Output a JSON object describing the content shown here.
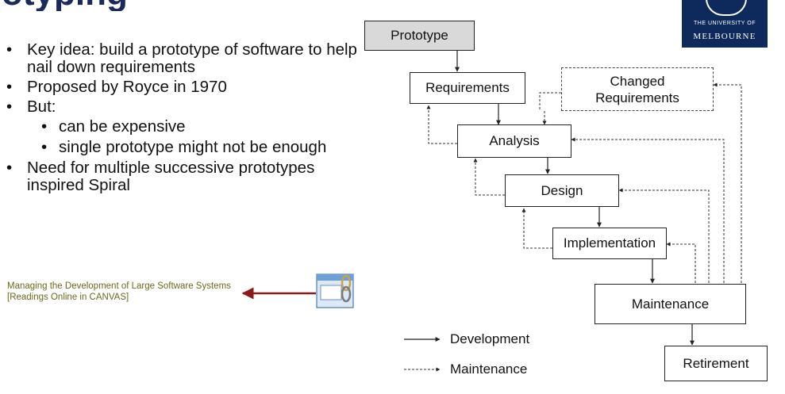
{
  "slide": {
    "title_fragment": "otyping"
  },
  "bullets": [
    {
      "text": "Key idea: build a prototype of software to help nail down requirements",
      "level": 1
    },
    {
      "text": "Proposed by Royce in 1970",
      "level": 1
    },
    {
      "text": "But:",
      "level": 1
    },
    {
      "text": "can be expensive",
      "level": 2
    },
    {
      "text": "single prototype might not be enough",
      "level": 2
    },
    {
      "text": "Need for multiple successive prototypes inspired Spiral",
      "level": 1
    }
  ],
  "reference": {
    "text": "Managing the Development of Large Software Systems [Readings Online in CANVAS]",
    "arrow_color": "#8b1a1a",
    "icon": "linked-document-icon"
  },
  "logo": {
    "line1": "THE UNIVERSITY OF",
    "line2": "MELBOURNE",
    "bg_color": "#0e2a5c"
  },
  "diagram": {
    "nodes": {
      "prototype": "Prototype",
      "requirements": "Requirements",
      "changed": "Changed Requirements",
      "analysis": "Analysis",
      "design": "Design",
      "implementation": "Implementation",
      "maintenance": "Maintenance",
      "retirement": "Retirement"
    },
    "legend": {
      "solid": "Development",
      "dashed": "Maintenance"
    }
  }
}
